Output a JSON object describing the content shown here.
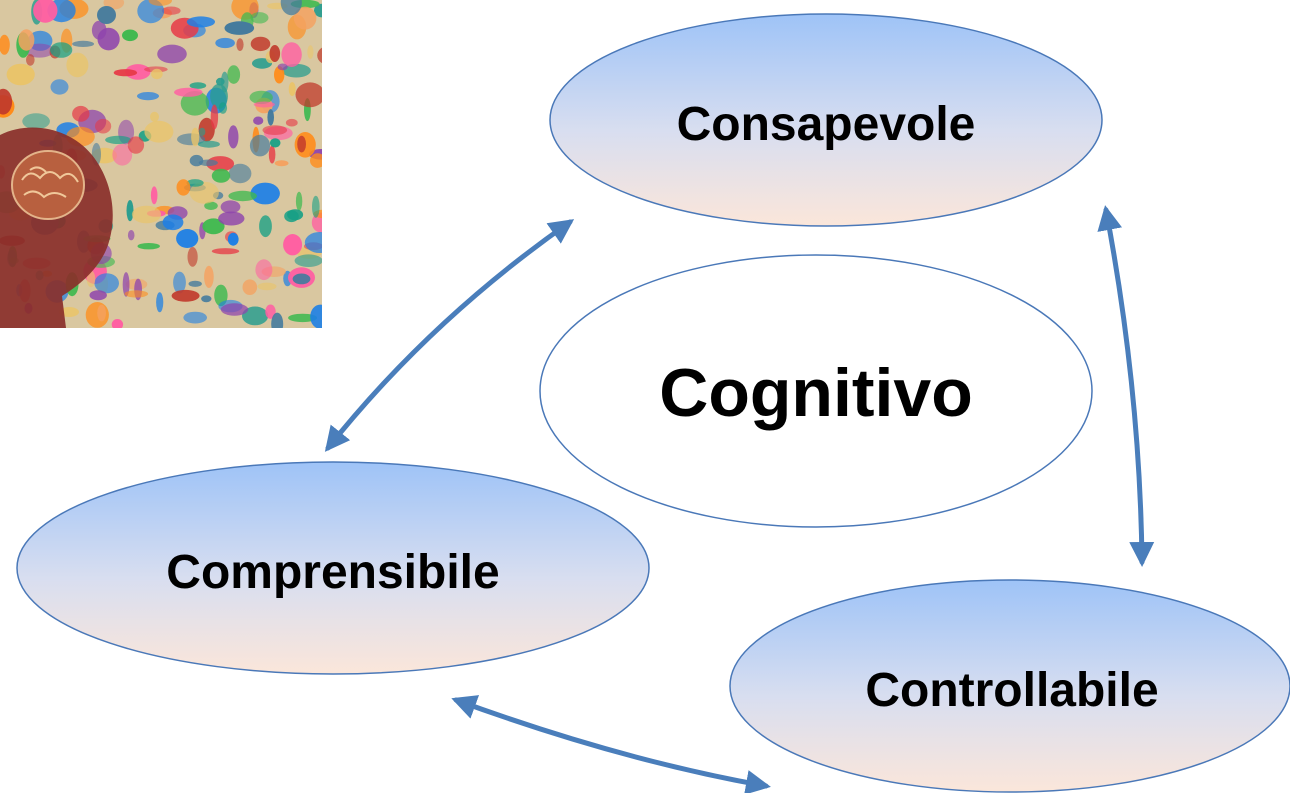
{
  "diagram": {
    "center": {
      "label": "Cognitivo"
    },
    "nodes": [
      {
        "id": "consapevole",
        "label": "Consapevole"
      },
      {
        "id": "comprensibile",
        "label": "Comprensibile"
      },
      {
        "id": "controllabile",
        "label": "Controllabile"
      }
    ],
    "links": [
      {
        "from": "consapevole",
        "to": "comprensibile",
        "direction": "both"
      },
      {
        "from": "consapevole",
        "to": "controllabile",
        "direction": "both"
      },
      {
        "from": "comprensibile",
        "to": "controllabile",
        "direction": "both"
      }
    ]
  },
  "illustration": {
    "subject": "colorful brain head illustration"
  },
  "colors": {
    "node_fill_top": "#9ec3f7",
    "node_fill_bottom": "#fbe6da",
    "node_stroke": "#4a78b8",
    "arrow": "#4a7ebb",
    "center_stroke": "#4a78b8"
  }
}
